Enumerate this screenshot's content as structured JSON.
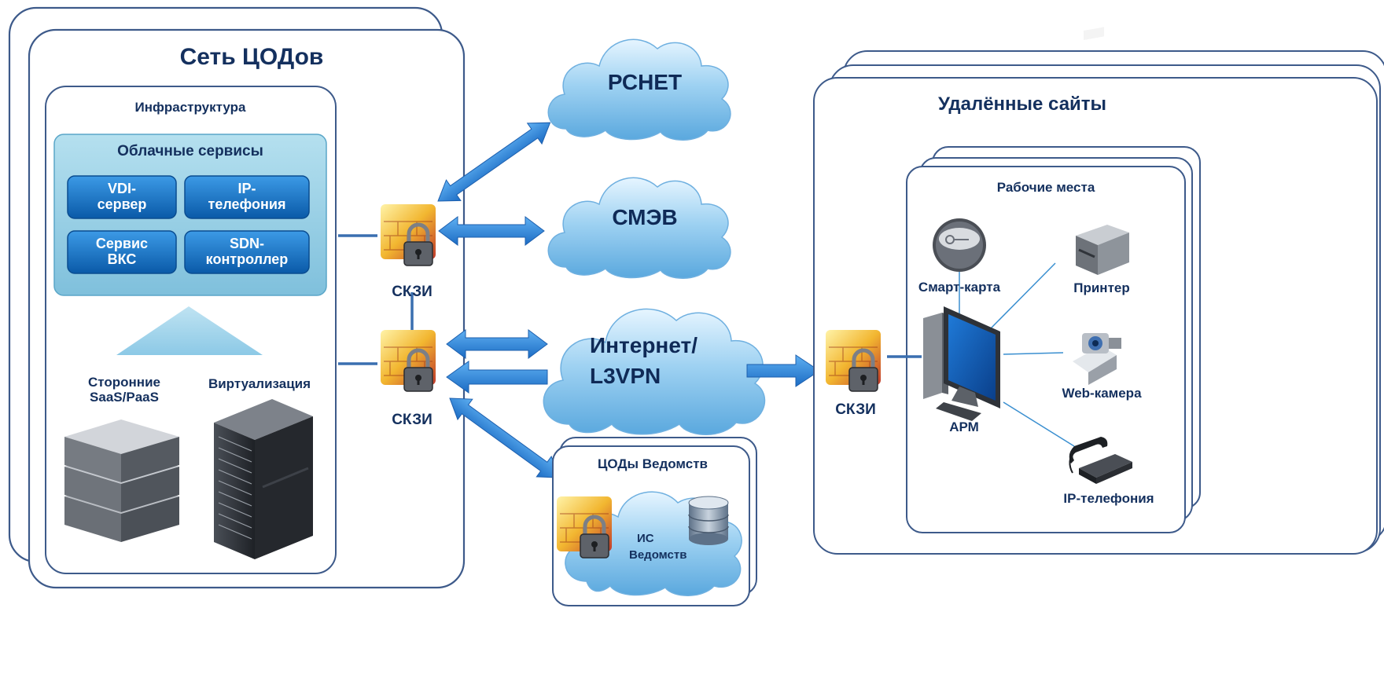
{
  "dc_network": {
    "title": "Сеть ЦОДов",
    "infrastructure_label": "Инфраструктура",
    "cloud_services": {
      "title": "Облачные сервисы",
      "buttons": [
        {
          "line1": "VDI-",
          "line2": "сервер"
        },
        {
          "line1": "IP-",
          "line2": "телефония"
        },
        {
          "line1": "Сервис",
          "line2": "ВКС"
        },
        {
          "line1": "SDN-",
          "line2": "контроллер"
        }
      ]
    },
    "saas_label_1": "Сторонние",
    "saas_label_2": "SaaS/PaaS",
    "virtualization_label": "Виртуализация"
  },
  "crypto": {
    "top_label": "СКЗИ",
    "bottom_label": "СКЗИ",
    "remote_label": "СКЗИ"
  },
  "clouds": {
    "pchet": "РСНЕТ",
    "smev": "СМЭВ",
    "internet_line1": "Интернет/",
    "internet_line2": "L3VPN"
  },
  "agencies": {
    "title": "ЦОДы Ведомств",
    "is_line1": "ИС",
    "is_line2": "Ведомств"
  },
  "remote": {
    "title": "Удалённые сайты",
    "workplaces_title": "Рабочие места",
    "smartcard": "Смарт-карта",
    "printer": "Принтер",
    "webcam": "Web-камера",
    "arm": "АРМ",
    "ip_phone": "IP-телефония"
  },
  "colors": {
    "border": "#3d5a8a",
    "arrow": "#2a7fd8",
    "cloud": "#8ec8ee",
    "button": "#0f6fc4",
    "panel": "#8fcbe2",
    "text": "#14305e"
  }
}
